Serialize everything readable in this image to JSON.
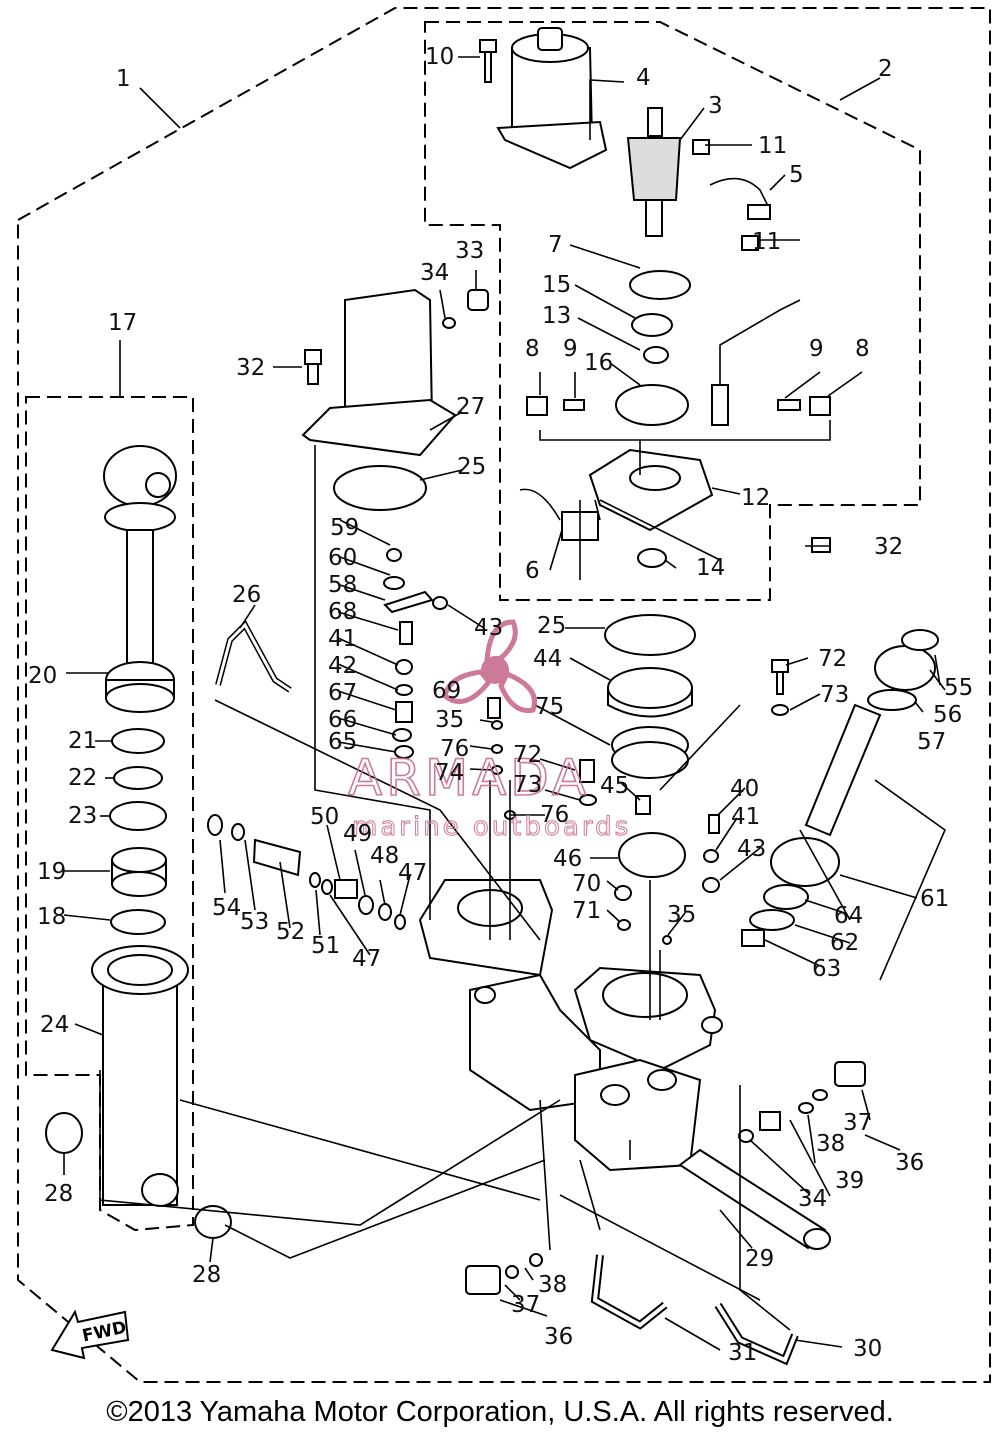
{
  "copyright": "©2013 Yamaha Motor Corporation, U.S.A. All rights reserved.",
  "watermark": {
    "brand": "ARMADA",
    "tagline": "marine outboards",
    "color": "#c86b90"
  },
  "fwd_label": "FWD",
  "callouts": [
    "1",
    "2",
    "3",
    "4",
    "5",
    "6",
    "7",
    "8",
    "9",
    "10",
    "11",
    "12",
    "13",
    "14",
    "15",
    "16",
    "17",
    "18",
    "19",
    "20",
    "21",
    "22",
    "23",
    "24",
    "25",
    "26",
    "27",
    "28",
    "29",
    "30",
    "31",
    "32",
    "33",
    "34",
    "35",
    "36",
    "37",
    "38",
    "39",
    "40",
    "41",
    "42",
    "43",
    "44",
    "45",
    "46",
    "47",
    "48",
    "49",
    "50",
    "51",
    "52",
    "53",
    "54",
    "55",
    "56",
    "57",
    "58",
    "59",
    "60",
    "61",
    "62",
    "63",
    "64",
    "65",
    "66",
    "67",
    "68",
    "69",
    "70",
    "71",
    "72",
    "73",
    "74",
    "75",
    "76"
  ]
}
